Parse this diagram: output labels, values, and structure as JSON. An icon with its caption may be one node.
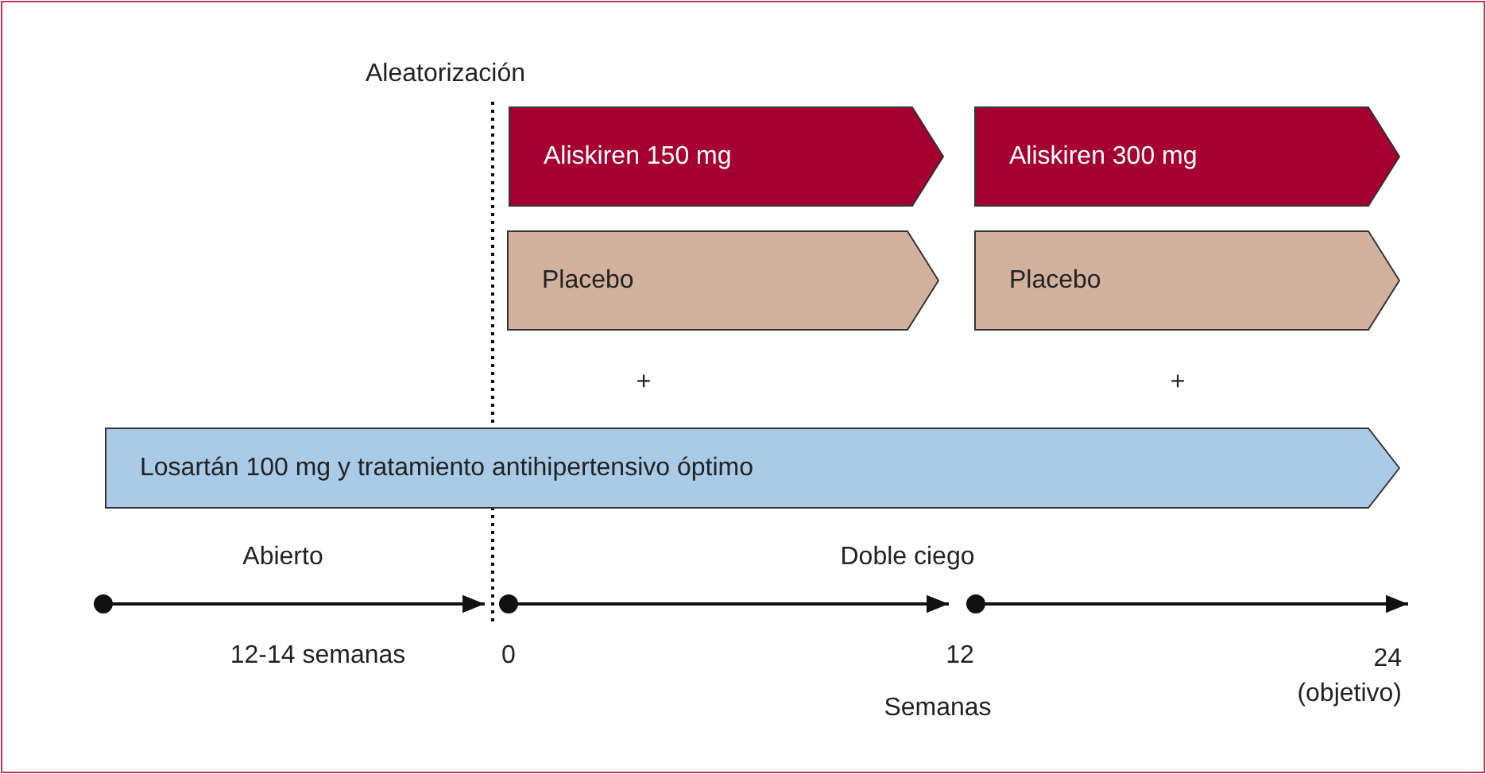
{
  "diagram": {
    "nodes": [
      {
        "text": [
          "Aliskiren 150 mg"
        ]
      },
      {
        "text": [
          "Aliskiren 300 mg"
        ]
      },
      {
        "text": [
          "Placebo"
        ]
      },
      {
        "text": [
          "Placebo"
        ]
      },
      {
        "text": [
          "Losartán 100 mg y tratamiento antihipertensivo óptimo"
        ]
      }
    ],
    "labels": [
      "Aleatorización",
      "+",
      "+",
      "Abierto",
      "Doble ciego",
      "12-14 semanas",
      "0",
      "12",
      "24 (objetivo)",
      "Semanas"
    ]
  }
}
